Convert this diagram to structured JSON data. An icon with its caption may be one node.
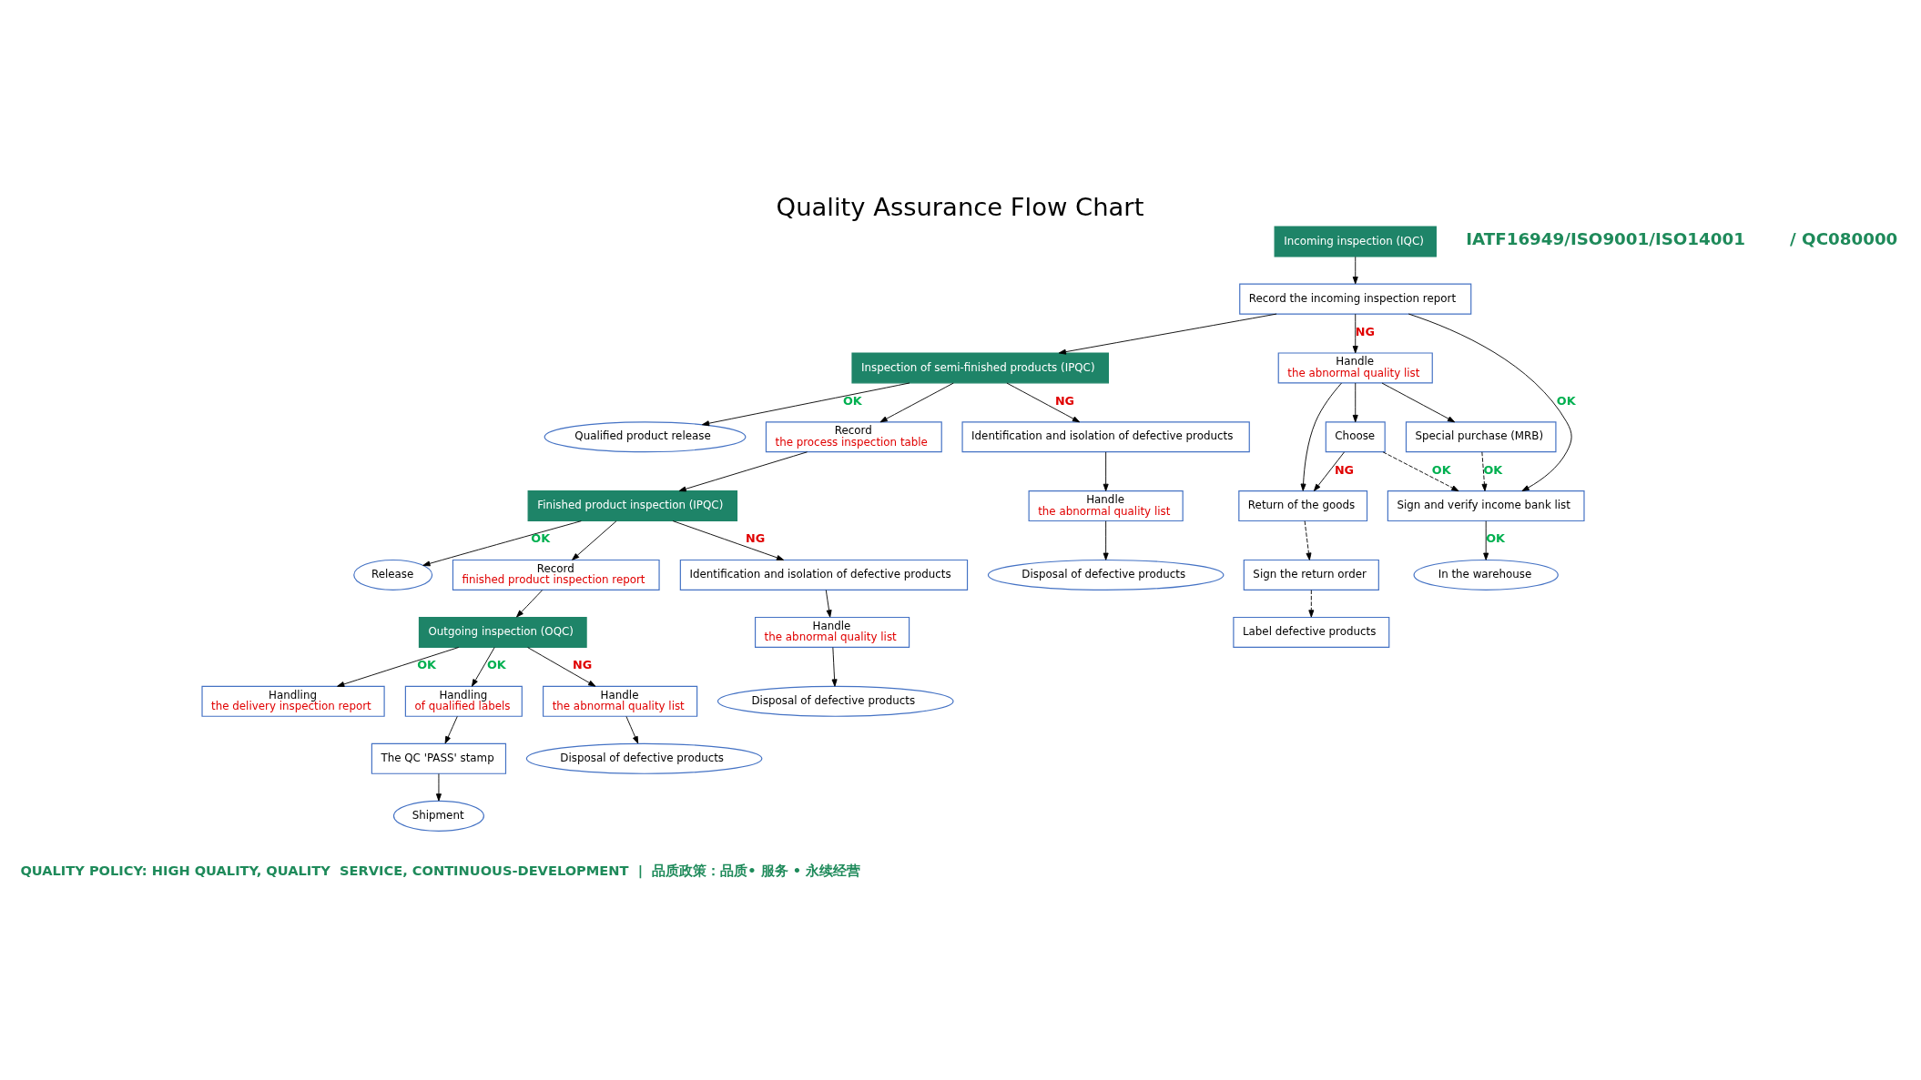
{
  "diagram": {
    "title": "Quality Assurance Flow Chart",
    "caption": "QUALITY POLICY: HIGH QUALITY, QUALITY  SERVICE, CONTINUOUS-DEVELOPMENT  |  品质政策：品质• 服务 • 永续经营",
    "nodes": [
      {
        "text": [
          "Special purchase (MRB)"
        ]
      },
      {
        "text": [
          "Incoming inspection (IQC)"
        ]
      },
      {
        "text": [
          "Choose"
        ]
      },
      {
        "text": [
          "Handle",
          "the abnormal quality list"
        ]
      },
      {
        "text": [
          "Record the incoming inspection report"
        ]
      },
      {
        "text": [
          "Sign and verify income bank list"
        ]
      },
      {
        "text": [
          "In the warehouse"
        ]
      },
      {
        "text": [
          "Return of the goods"
        ]
      },
      {
        "text": [
          "Sign the return order"
        ]
      },
      {
        "text": [
          "Label defective products"
        ]
      },
      {
        "text": [
          "Inspection of semi-finished products (IPQC)"
        ]
      },
      {
        "text": [
          "Handle",
          "the abnormal quality list"
        ]
      },
      {
        "text": [
          "Identification and isolation of defective products"
        ]
      },
      {
        "text": [
          "Qualified product release"
        ]
      },
      {
        "text": [
          "Record",
          "the process inspection table"
        ]
      },
      {
        "text": [
          "Disposal of defective products"
        ]
      },
      {
        "text": [
          "Finished product inspection (IPQC)"
        ]
      },
      {
        "text": [
          "Handle",
          "the abnormal quality list"
        ]
      },
      {
        "text": [
          "Identification and isolation of defective products"
        ]
      },
      {
        "text": [
          "Release"
        ]
      },
      {
        "text": [
          "Record",
          "finished product inspection report"
        ]
      },
      {
        "text": [
          "Disposal of defective products"
        ]
      },
      {
        "text": [
          "Outgoing inspection (OQC)"
        ]
      },
      {
        "text": [
          "Disposal of defective products"
        ]
      },
      {
        "text": [
          "Handle",
          "the abnormal quality list"
        ]
      },
      {
        "text": [
          "Handling",
          "of qualified labels"
        ]
      },
      {
        "text": [
          "The QC 'PASS' stamp"
        ]
      },
      {
        "text": [
          "Shipment"
        ]
      },
      {
        "text": [
          "Handling",
          "the delivery inspection report"
        ]
      }
    ],
    "edges": [
      {
        "from": 1,
        "to": 4,
        "arrow": "to"
      },
      {
        "from": 4,
        "to": 3,
        "arrow": "to",
        "label": "NG"
      },
      {
        "from": 4,
        "to": 5,
        "arrow": "to",
        "label": "OK"
      },
      {
        "from": 5,
        "to": 6,
        "arrow": "to",
        "label": "OK"
      },
      {
        "from": 3,
        "to": 0,
        "arrow": "to"
      },
      {
        "from": 3,
        "to": 2,
        "arrow": "to"
      },
      {
        "from": 3,
        "to": 7,
        "arrow": "to"
      },
      {
        "from": 2,
        "to": 7,
        "arrow": "to",
        "label": "NG"
      },
      {
        "from": 2,
        "to": 5,
        "arrow": "to",
        "label": "OK",
        "style": "dashed"
      },
      {
        "from": 0,
        "to": 5,
        "arrow": "to",
        "label": "OK",
        "style": "dashed"
      },
      {
        "from": 7,
        "to": 8,
        "arrow": "to",
        "style": "dashed"
      },
      {
        "from": 8,
        "to": 9,
        "arrow": "to",
        "style": "dashed"
      },
      {
        "from": 4,
        "to": 10,
        "arrow": "to"
      },
      {
        "from": 10,
        "to": 12,
        "arrow": "to",
        "label": "NG"
      },
      {
        "from": 10,
        "to": 13,
        "arrow": "to",
        "label": "OK"
      },
      {
        "from": 10,
        "to": 14,
        "arrow": "to"
      },
      {
        "from": 12,
        "to": 11,
        "arrow": "to"
      },
      {
        "from": 11,
        "to": 15,
        "arrow": "to"
      },
      {
        "from": 14,
        "to": 16,
        "arrow": "to"
      },
      {
        "from": 16,
        "to": 18,
        "arrow": "to",
        "label": "NG"
      },
      {
        "from": 16,
        "to": 19,
        "arrow": "to",
        "label": "OK"
      },
      {
        "from": 16,
        "to": 20,
        "arrow": "to"
      },
      {
        "from": 18,
        "to": 17,
        "arrow": "to"
      },
      {
        "from": 17,
        "to": 21,
        "arrow": "to"
      },
      {
        "from": 20,
        "to": 22,
        "arrow": "to"
      },
      {
        "from": 22,
        "to": 24,
        "arrow": "to",
        "label": "NG"
      },
      {
        "from": 22,
        "to": 25,
        "arrow": "to",
        "label": "OK"
      },
      {
        "from": 22,
        "to": 28,
        "arrow": "to",
        "label": "OK"
      },
      {
        "from": 24,
        "to": 23,
        "arrow": "to"
      },
      {
        "from": 25,
        "to": 26,
        "arrow": "to"
      },
      {
        "from": 26,
        "to": 27,
        "arrow": "to"
      }
    ],
    "labels": [
      "IATF16949/ISO9001/ISO14001",
      "/ QC080000"
    ]
  }
}
